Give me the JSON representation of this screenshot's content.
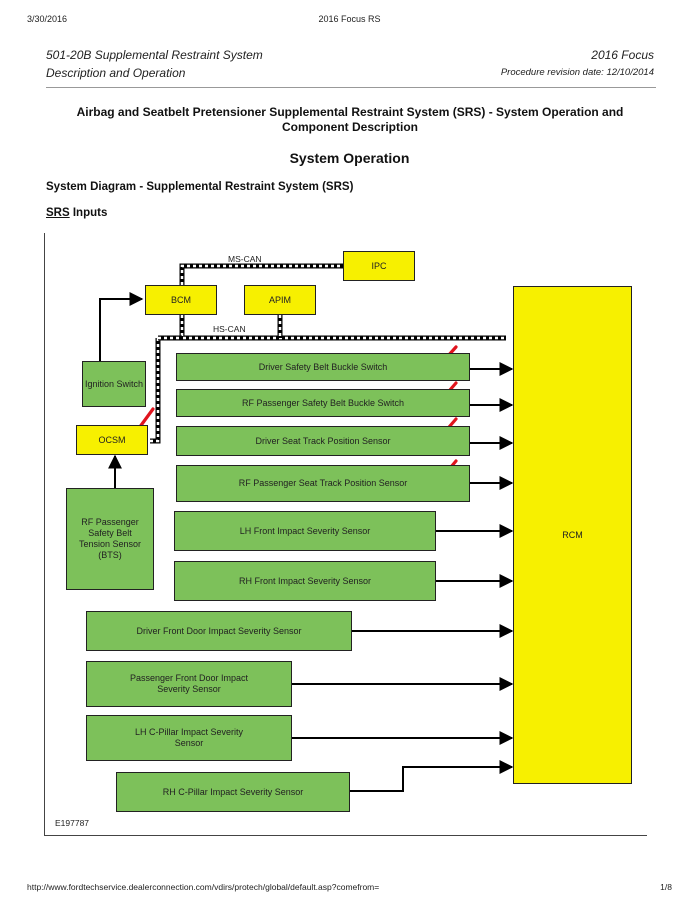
{
  "print_header": {
    "date": "3/30/2016",
    "center": "2016 Focus RS"
  },
  "doc_header": {
    "title_line1": "501-20B Supplemental Restraint System",
    "title_line2": "Description and Operation",
    "vehicle": "2016 Focus",
    "revision": "Procedure revision date: 12/10/2014"
  },
  "main_title": "Airbag and Seatbelt Pretensioner Supplemental Restraint System (SRS) - System Operation and Component Description",
  "section_title": "System Operation",
  "subsection_title": "System Diagram - Supplemental Restraint System (SRS)",
  "inputs_heading": {
    "link": "SRS",
    "rest": " Inputs"
  },
  "diagram": {
    "bus_ms_can": "MS-CAN",
    "bus_hs_can": "HS-CAN",
    "ipc": "IPC",
    "bcm": "BCM",
    "apim": "APIM",
    "ignition_switch": "Ignition Switch",
    "ocsm": "OCSM",
    "rf_bts": "RF Passenger Safety Belt Tension Sensor (BTS)",
    "rcm": "RCM",
    "sensors": [
      "Driver Safety Belt Buckle Switch",
      "RF Passenger Safety Belt Buckle Switch",
      "Driver Seat Track Position Sensor",
      "RF Passenger Seat Track Position Sensor",
      "LH Front Impact Severity Sensor",
      "RH Front Impact Severity Sensor",
      "Driver Front Door Impact Severity Sensor",
      "Passenger Front Door Impact Severity Sensor",
      "LH C-Pillar Impact Severity Sensor",
      "RH C-Pillar Impact Severity Sensor"
    ],
    "figure_id": "E197787"
  },
  "footer": {
    "url": "http://www.fordtechservice.dealerconnection.com/vdirs/protech/global/default.asp?comefrom=",
    "page": "1/8"
  },
  "colors": {
    "green": "#7dc15a",
    "yellow": "#f7f000",
    "check": "#e0141e"
  }
}
